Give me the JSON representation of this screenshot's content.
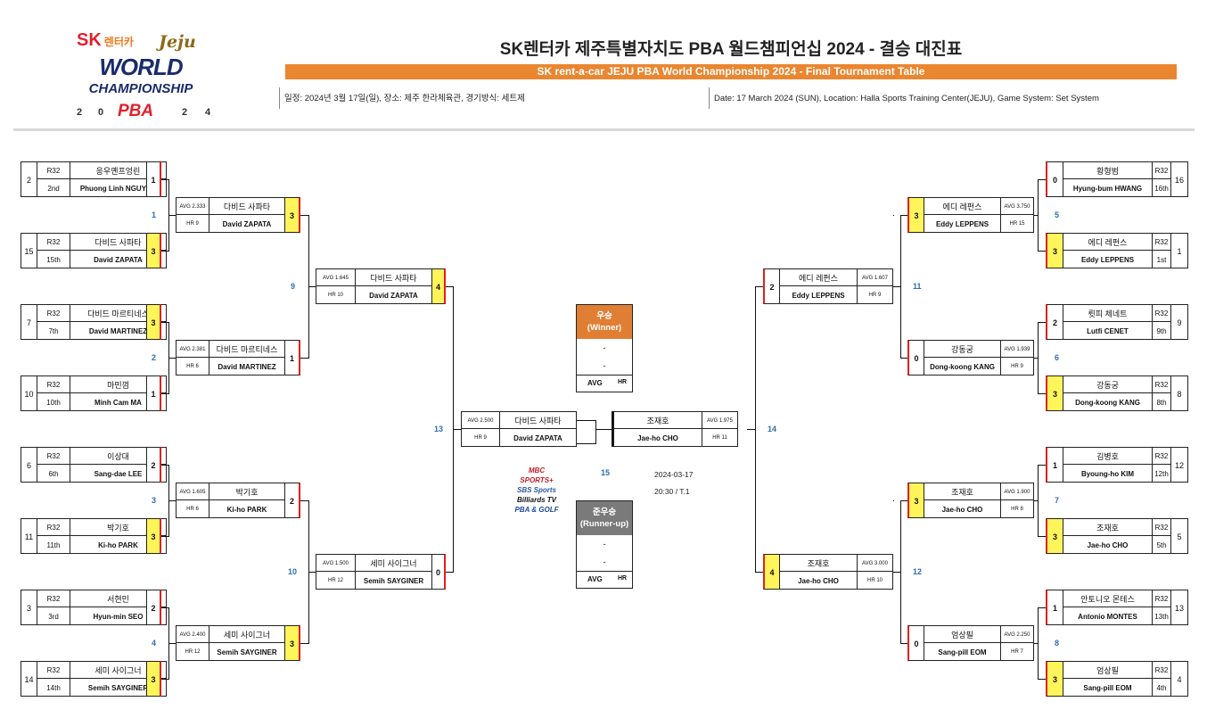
{
  "header": {
    "title": "SK렌터카 제주특별자치도 PBA 월드챔피언십 2024 - 결승 대진표",
    "subtitle": "SK rent-a-car JEJU PBA World Championship 2024 - Final Tournament Table",
    "info_kr": "일정: 2024년 3월 17일(일), 장소: 제주 한라체육관, 경기방식: 세트제",
    "info_en": "Date: 17 March 2024 (SUN), Location: Halla Sports Training Center(JEJU), Game System: Set System"
  },
  "logo": {
    "sk": "SK",
    "sk_small": "렌터카",
    "jeju": "Jeju",
    "world": "WORLD",
    "championship": "CHAMPIONSHIP",
    "pba": "PBA",
    "year_digits": [
      "2",
      "0",
      "2",
      "4"
    ]
  },
  "r32": {
    "left": [
      {
        "seed": "2",
        "round": "R32",
        "rank": "2nd",
        "kr": "응우옌프엉린",
        "en": "Phuong Linh NGUYEN",
        "score": "1",
        "win": false
      },
      {
        "seed": "15",
        "round": "R32",
        "rank": "15th",
        "kr": "다비드 사파타",
        "en": "David ZAPATA",
        "score": "3",
        "win": true
      },
      {
        "seed": "7",
        "round": "R32",
        "rank": "7th",
        "kr": "다비드 마르티네스",
        "en": "David MARTINEZ",
        "score": "3",
        "win": true
      },
      {
        "seed": "10",
        "round": "R32",
        "rank": "10th",
        "kr": "마민껌",
        "en": "Minh Cam MA",
        "score": "1",
        "win": false
      },
      {
        "seed": "6",
        "round": "R32",
        "rank": "6th",
        "kr": "이상대",
        "en": "Sang-dae LEE",
        "score": "2",
        "win": false
      },
      {
        "seed": "11",
        "round": "R32",
        "rank": "11th",
        "kr": "박기호",
        "en": "Ki-ho PARK",
        "score": "3",
        "win": true
      },
      {
        "seed": "3",
        "round": "R32",
        "rank": "3rd",
        "kr": "서현민",
        "en": "Hyun-min SEO",
        "score": "2",
        "win": false
      },
      {
        "seed": "14",
        "round": "R32",
        "rank": "14th",
        "kr": "세미 사이그너",
        "en": "Semih SAYGINER",
        "score": "3",
        "win": true
      }
    ],
    "right": [
      {
        "seed": "16",
        "round": "R32",
        "rank": "16th",
        "kr": "황형범",
        "en": "Hyung-bum HWANG",
        "score": "0",
        "win": false
      },
      {
        "seed": "1",
        "round": "R32",
        "rank": "1st",
        "kr": "에디 레펀스",
        "en": "Eddy LEPPENS",
        "score": "3",
        "win": true
      },
      {
        "seed": "9",
        "round": "R32",
        "rank": "9th",
        "kr": "륏피 체네트",
        "en": "Lutfi CENET",
        "score": "2",
        "win": false
      },
      {
        "seed": "8",
        "round": "R32",
        "rank": "8th",
        "kr": "강동궁",
        "en": "Dong-koong KANG",
        "score": "3",
        "win": true
      },
      {
        "seed": "12",
        "round": "R32",
        "rank": "12th",
        "kr": "김병호",
        "en": "Byoung-ho KIM",
        "score": "1",
        "win": false
      },
      {
        "seed": "5",
        "round": "R32",
        "rank": "5th",
        "kr": "조재호",
        "en": "Jae-ho CHO",
        "score": "3",
        "win": true
      },
      {
        "seed": "13",
        "round": "R32",
        "rank": "13th",
        "kr": "안토니오 몬테스",
        "en": "Antonio MONTES",
        "score": "1",
        "win": false
      },
      {
        "seed": "4",
        "round": "R32",
        "rank": "4th",
        "kr": "엄상필",
        "en": "Sang-pill EOM",
        "score": "3",
        "win": true
      }
    ]
  },
  "r16": {
    "left": [
      {
        "avg": "AVG 2.333",
        "hr": "HR 9",
        "kr": "다비드 사파타",
        "en": "David ZAPATA",
        "score": "3",
        "win": true
      },
      {
        "avg": "AVG 2.381",
        "hr": "HR 6",
        "kr": "다비드 마르티네스",
        "en": "David MARTINEZ",
        "score": "1",
        "win": false
      },
      {
        "avg": "AVG 1.605",
        "hr": "HR 6",
        "kr": "박기호",
        "en": "Ki-ho PARK",
        "score": "2",
        "win": false
      },
      {
        "avg": "AVG 2.400",
        "hr": "HR 12",
        "kr": "세미 사이그너",
        "en": "Semih SAYGINER",
        "score": "3",
        "win": true
      }
    ],
    "right": [
      {
        "avg": "AVG 3.750",
        "hr": "HR 15",
        "kr": "에디 레펀스",
        "en": "Eddy LEPPENS",
        "score": "3",
        "win": true
      },
      {
        "avg": "AVG 1.939",
        "hr": "HR 9",
        "kr": "강동궁",
        "en": "Dong-koong KANG",
        "score": "0",
        "win": false
      },
      {
        "avg": "AVG 1.900",
        "hr": "HR 8",
        "kr": "조재호",
        "en": "Jae-ho CHO",
        "score": "3",
        "win": true
      },
      {
        "avg": "AVG 2.250",
        "hr": "HR 7",
        "kr": "엄상필",
        "en": "Sang-pill EOM",
        "score": "0",
        "win": false
      }
    ]
  },
  "qf": {
    "left": [
      {
        "avg": "AVG 1.645",
        "hr": "HR 10",
        "kr": "다비드 사파타",
        "en": "David ZAPATA",
        "score": "4",
        "win": true
      },
      {
        "avg": "AVG 1.500",
        "hr": "HR 12",
        "kr": "세미 사이그너",
        "en": "Semih SAYGINER",
        "score": "0",
        "win": false
      }
    ],
    "right": [
      {
        "avg": "AVG 1.607",
        "hr": "HR 9",
        "kr": "에디 레펀스",
        "en": "Eddy LEPPENS",
        "score": "2",
        "win": false
      },
      {
        "avg": "AVG 3.000",
        "hr": "HR 10",
        "kr": "조재호",
        "en": "Jae-ho CHO",
        "score": "4",
        "win": true
      }
    ]
  },
  "sf": {
    "left": {
      "avg": "AVG 2.500",
      "hr": "HR 9",
      "kr": "다비드 사파타",
      "en": "David ZAPATA"
    },
    "right": {
      "avg": "AVG 1.975",
      "hr": "HR 11",
      "kr": "조재호",
      "en": "Jae-ho CHO"
    }
  },
  "match_numbers": {
    "left_r32": [
      "1",
      "2",
      "3",
      "4"
    ],
    "right_r32": [
      "5",
      "6",
      "7",
      "8"
    ],
    "left_r16": [
      "9",
      "10"
    ],
    "right_r16": [
      "11",
      "12"
    ],
    "left_qf": "13",
    "right_qf": "14",
    "final": "15"
  },
  "final": {
    "date": "2024-03-17",
    "time": "20:30 / T.1"
  },
  "winner": {
    "label": "우승",
    "label_en": "(Winner)",
    "line1": "-",
    "line2": "-",
    "avg": "AVG",
    "hr": "HR",
    "color": "#e07f34"
  },
  "runnerup": {
    "label": "준우승",
    "label_en": "(Runner-up)",
    "line1": "-",
    "line2": "-",
    "avg": "AVG",
    "hr": "HR",
    "color": "#7a7a7a"
  },
  "media": {
    "l1": "MBC SPORTS+",
    "l2": "SBS Sports",
    "l3": "Billiards TV",
    "l4": "PBA & GOLF"
  },
  "colors": {
    "accent": "#ea8630",
    "winner_fill": "#fff45a",
    "edge_red": "#e02020",
    "match_no": "#2f6db0"
  }
}
